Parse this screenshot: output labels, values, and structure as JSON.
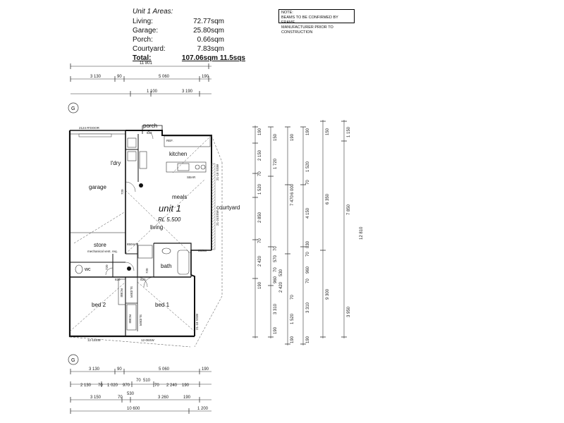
{
  "areas": {
    "title": "Unit 1 Areas:",
    "rows": [
      {
        "label": "Living:",
        "value": "72.77sqm"
      },
      {
        "label": "Garage:",
        "value": "25.80sqm"
      },
      {
        "label": "Porch:",
        "value": "0.66sqm"
      },
      {
        "label": "Courtyard:",
        "value": "7.83sqm"
      }
    ],
    "total_label": "Total:",
    "total_value": "107.06sqm 11.5sqs"
  },
  "note": {
    "line1": "NOTE:",
    "line2": "BEAMS TO BE CONFIRMED BY FRAME",
    "line3": "MANUFACTURER PRIOR TO CONSTRUCTION"
  },
  "rooms": {
    "unit": "unit 1",
    "rl": "RL 5.500",
    "garage": "garage",
    "ldry": "l'dry",
    "kitchen": "kitchen",
    "meals": "meals",
    "living": "living",
    "courtyard": "courtyard",
    "store": "store",
    "store_sub": "mechanical vent. req.",
    "porch": "porch",
    "wc": "wc",
    "bath": "bath",
    "bed1": "bed 1",
    "bed2": "bed 2",
    "ref": "REF.",
    "sbar": "SBAR",
    "roller_door": "2124 R'DOOR",
    "robe1": "ROBE",
    "robe2": "ROBE",
    "slider1": "SLIDER",
    "slider2": "SLIDER"
  },
  "door_labels": [
    "820",
    "720",
    "720",
    "820",
    "820",
    "720",
    "823",
    "850mm"
  ],
  "window_labels": [
    "12-15SW",
    "12-06SW",
    "21-24SSW",
    "21-18 SSW",
    "21-18 SSW",
    "06SW"
  ],
  "top_dims": {
    "overall": "11 801",
    "row1": [
      "3 130",
      "90",
      "5 060",
      "190"
    ],
    "row2": [
      "1 100",
      "3 190"
    ]
  },
  "bottom_dims": {
    "row1": [
      "3 130",
      "90",
      "5 060",
      "190"
    ],
    "row2": [
      "2 130",
      "70",
      "1 020",
      "970",
      "70",
      "510",
      "70",
      "2 240",
      "190"
    ],
    "row3_mid": "530",
    "row3": [
      "3 150",
      "70",
      "3 260",
      "190"
    ],
    "row4": [
      "10 600",
      "1 200"
    ]
  },
  "right_dims": {
    "col1": [
      "190",
      "2 150",
      "70",
      "1 520",
      "2 850",
      "70",
      "2 420",
      "190"
    ],
    "col2": [
      "150",
      "1 720",
      "70",
      "570",
      "70",
      "960",
      "3 310",
      "190"
    ],
    "col3": [
      "190",
      "6 000",
      "7 470",
      "530",
      "2 420",
      "70",
      "1 520",
      "190"
    ],
    "col4": [
      "190",
      "1 520",
      "70",
      "4 150",
      "830",
      "70",
      "960",
      "70",
      "3 310",
      "190"
    ],
    "col5": [
      "150",
      "6 350",
      "9 300"
    ],
    "col6": [
      "1 150",
      "7 850",
      "3 950",
      "12 810"
    ]
  },
  "grid_marks": [
    "G",
    "G"
  ]
}
